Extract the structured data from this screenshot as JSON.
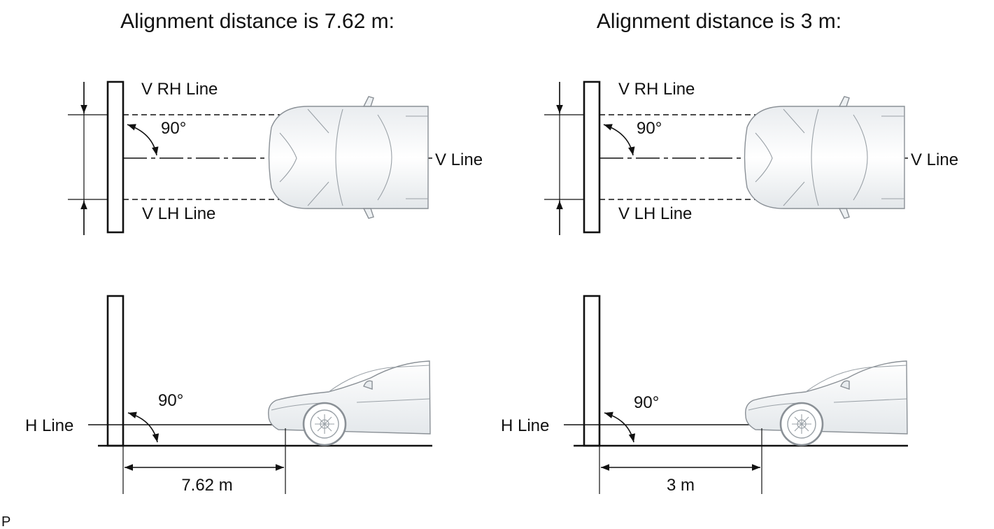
{
  "panels": [
    {
      "title": "Alignment distance is 7.62 m:",
      "top_view": {
        "upper_line_label": "V RH Line",
        "lower_line_label": "V LH Line",
        "center_line_label": "V Line",
        "angle_label": "90°"
      },
      "side_view": {
        "horizontal_line_label": "H Line",
        "angle_label": "90°",
        "distance_label": "7.62 m"
      }
    },
    {
      "title": "Alignment distance is 3 m:",
      "top_view": {
        "upper_line_label": "V RH Line",
        "lower_line_label": "V LH Line",
        "center_line_label": "V Line",
        "angle_label": "90°"
      },
      "side_view": {
        "horizontal_line_label": "H Line",
        "angle_label": "90°",
        "distance_label": "3 m"
      }
    }
  ],
  "footer": {
    "code": "P"
  },
  "colors": {
    "line": "#111111",
    "car_fill": "#f2f4f6",
    "car_stroke": "#8a9096"
  }
}
